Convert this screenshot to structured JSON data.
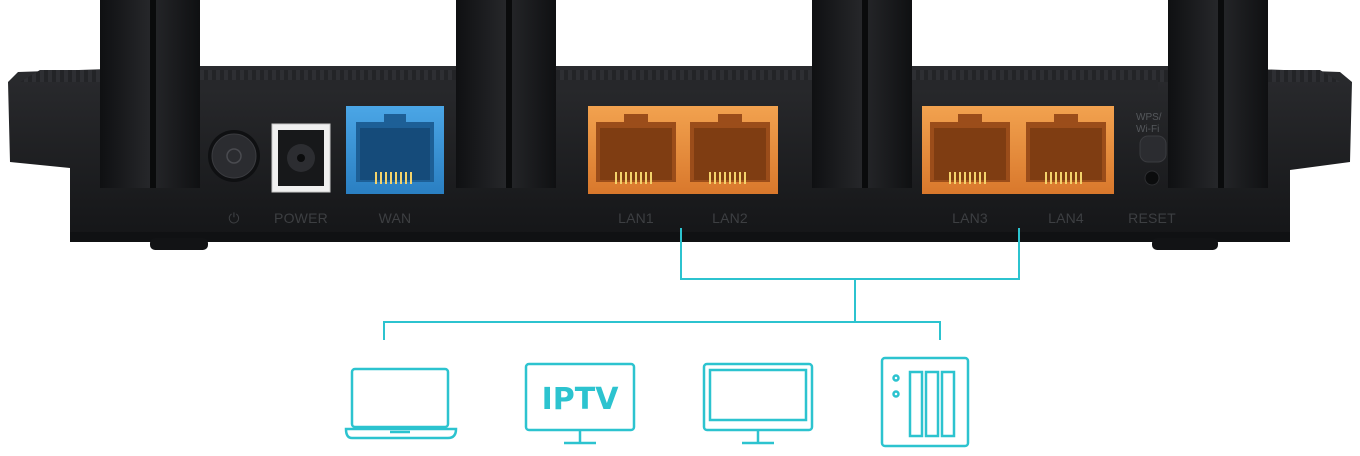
{
  "colors": {
    "body": "#1c1d1f",
    "antenna": "#16171a",
    "wan": "#3b95d6",
    "lan": "#e88d3a",
    "accent": "#2cc3cf",
    "label": "#3d3f42"
  },
  "labels": {
    "power_icon": "⏻",
    "power": "POWER",
    "wan": "WAN",
    "lan1": "LAN1",
    "lan2": "LAN2",
    "lan3": "LAN3",
    "lan4": "LAN4",
    "reset": "RESET",
    "wps_line1": "WPS/",
    "wps_line2": "Wi-Fi"
  },
  "devices": {
    "laptop": "laptop-icon",
    "iptv": "IPTV",
    "desktop": "desktop-monitor-icon",
    "nas": "nas-storage-icon"
  }
}
